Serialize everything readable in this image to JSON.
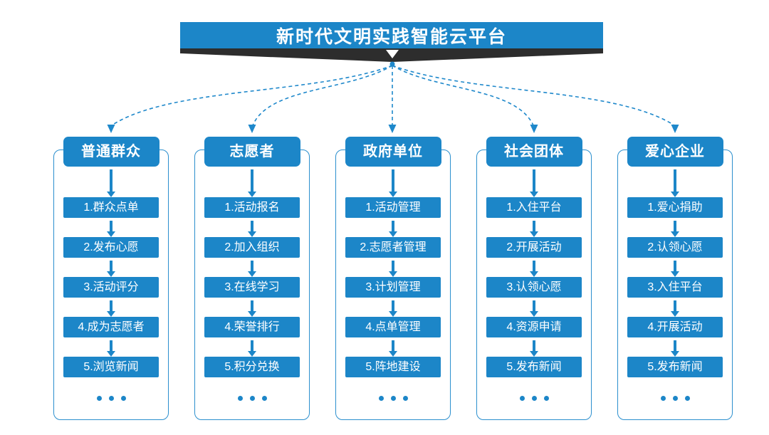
{
  "title": "新时代文明实践智能云平台",
  "colors": {
    "primary": "#1c86c8",
    "frame_border": "#2b8fce",
    "dashed_line": "#1e88cb",
    "ribbon": "#2d2d2d",
    "text_on_blue": "#ffffff",
    "background": "#ffffff"
  },
  "icons": {
    "banner_pointer": "▼",
    "flow_arrow": "↓",
    "ellipsis": "..."
  },
  "columns": [
    {
      "header": "普通群众",
      "items": [
        "1.群众点单",
        "2.发布心愿",
        "3.活动评分",
        "4.成为志愿者",
        "5.浏览新闻"
      ],
      "more": "..."
    },
    {
      "header": "志愿者",
      "items": [
        "1.活动报名",
        "2.加入组织",
        "3.在线学习",
        "4.荣誉排行",
        "5.积分兑换"
      ],
      "more": "..."
    },
    {
      "header": "政府单位",
      "items": [
        "1.活动管理",
        "2.志愿者管理",
        "3.计划管理",
        "4.点单管理",
        "5.阵地建设"
      ],
      "more": "..."
    },
    {
      "header": "社会团体",
      "items": [
        "1.入住平台",
        "2.开展活动",
        "3.认领心愿",
        "4.资源申请",
        "5.发布新闻"
      ],
      "more": "..."
    },
    {
      "header": "爱心企业",
      "items": [
        "1.爱心捐助",
        "2.认领心愿",
        "3.入住平台",
        "4.开展活动",
        "5.发布新闻"
      ],
      "more": "..."
    }
  ]
}
